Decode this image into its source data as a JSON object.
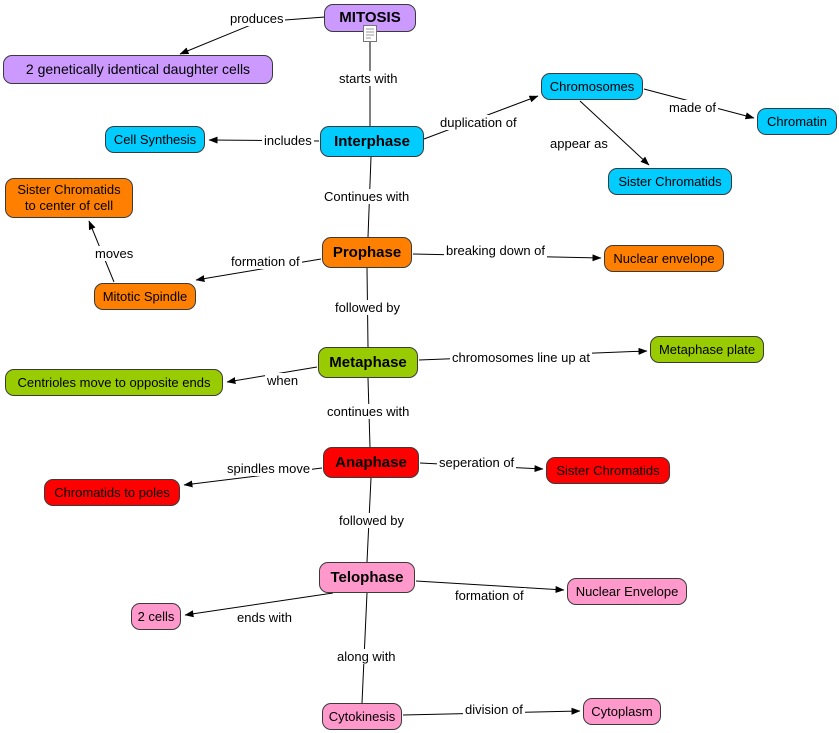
{
  "colors": {
    "purple": "#cc99ff",
    "cyan": "#00ccff",
    "orange": "#ff8000",
    "green": "#99cc00",
    "red": "#ff0000",
    "pink": "#ff99cc",
    "line": "#000000",
    "background": "#ffffff"
  },
  "nodes": {
    "mitosis": {
      "label": "MITOSIS",
      "color": "purple"
    },
    "daughter_cells": {
      "label": "2 genetically identical daughter cells",
      "color": "purple"
    },
    "chromosomes": {
      "label": "Chromosomes",
      "color": "cyan"
    },
    "chromatin": {
      "label": "Chromatin",
      "color": "cyan"
    },
    "cell_synthesis": {
      "label": "Cell Synthesis",
      "color": "cyan"
    },
    "interphase": {
      "label": "Interphase",
      "color": "cyan"
    },
    "sister_chromatids_interphase": {
      "label": "Sister Chromatids",
      "color": "cyan"
    },
    "sister_chromatids_center": {
      "label": "Sister Chromatids to center of cell",
      "color": "orange"
    },
    "prophase": {
      "label": "Prophase",
      "color": "orange"
    },
    "nuclear_envelope_prophase": {
      "label": "Nuclear envelope",
      "color": "orange"
    },
    "mitotic_spindle": {
      "label": "Mitotic Spindle",
      "color": "orange"
    },
    "metaphase": {
      "label": "Metaphase",
      "color": "green"
    },
    "metaphase_plate": {
      "label": "Metaphase plate",
      "color": "green"
    },
    "centrioles": {
      "label": "Centrioles move to opposite ends",
      "color": "green"
    },
    "anaphase": {
      "label": "Anaphase",
      "color": "red"
    },
    "sister_chromatids_anaphase": {
      "label": "Sister Chromatids",
      "color": "red"
    },
    "chromatids_to_poles": {
      "label": "Chromatids to poles",
      "color": "red"
    },
    "telophase": {
      "label": "Telophase",
      "color": "pink"
    },
    "nuclear_envelope_telophase": {
      "label": "Nuclear Envelope",
      "color": "pink"
    },
    "two_cells": {
      "label": "2 cells",
      "color": "pink"
    },
    "cytokinesis": {
      "label": "Cytokinesis",
      "color": "pink"
    },
    "cytoplasm": {
      "label": "Cytoplasm",
      "color": "pink"
    }
  },
  "links": {
    "produces": "produces",
    "starts_with": "starts with",
    "duplication_of": "duplication of",
    "made_of": "made of",
    "appear_as": "appear as",
    "includes": "includes",
    "continues_with_1": "Continues with",
    "breaking_down_of": "breaking down of",
    "formation_of_spindle": "formation of",
    "moves": "moves",
    "followed_by_1": "followed by",
    "line_up_at": "chromosomes line up at",
    "when": "when",
    "continues_with_2": "continues with",
    "seperation_of": "seperation of",
    "spindles_move": "spindles move",
    "followed_by_2": "followed by",
    "formation_of_envelope": "formation of",
    "ends_with": "ends with",
    "along_with": "along with",
    "division_of": "division of"
  }
}
